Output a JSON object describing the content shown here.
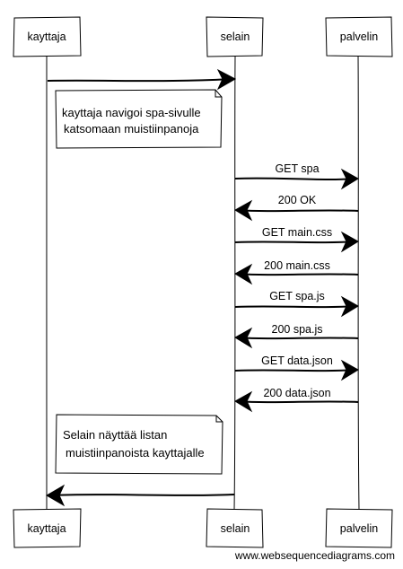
{
  "participants": [
    "kayttaja",
    "selain",
    "palvelin"
  ],
  "messages": [
    {
      "from": "kayttaja",
      "to": "selain",
      "label": ""
    },
    {
      "from": "selain",
      "to": "palvelin",
      "label": "GET spa"
    },
    {
      "from": "palvelin",
      "to": "selain",
      "label": "200 OK"
    },
    {
      "from": "selain",
      "to": "palvelin",
      "label": "GET main.css"
    },
    {
      "from": "palvelin",
      "to": "selain",
      "label": "200 main.css"
    },
    {
      "from": "selain",
      "to": "palvelin",
      "label": "GET spa.js"
    },
    {
      "from": "palvelin",
      "to": "selain",
      "label": "200 spa.js"
    },
    {
      "from": "selain",
      "to": "palvelin",
      "label": "GET data.json"
    },
    {
      "from": "palvelin",
      "to": "selain",
      "label": "200 data.json"
    },
    {
      "from": "selain",
      "to": "kayttaja",
      "label": ""
    }
  ],
  "notes": [
    {
      "lines": [
        "kayttaja navigoi spa-sivulle",
        "katsomaan muistiinpanoja"
      ]
    },
    {
      "lines": [
        "Selain näyttää listan",
        "muistiinpanoista kayttajalle"
      ]
    }
  ],
  "watermark": "www.websequencediagrams.com",
  "colors": {
    "stroke": "#000000",
    "box_fill": "#ffffff"
  }
}
